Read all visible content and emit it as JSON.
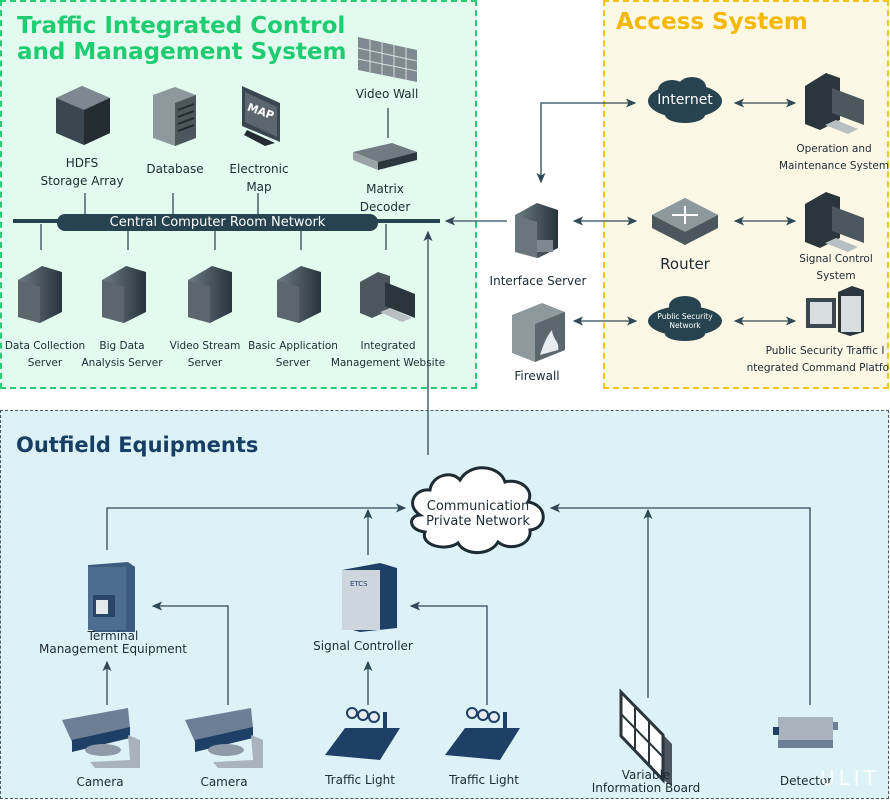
{
  "sections": {
    "control": {
      "title_line1": "Traffic Integrated Control",
      "title_line2": "and Management System",
      "color": "#1fcc72"
    },
    "access": {
      "title": "Access System",
      "color": "#f5b800"
    },
    "outfield": {
      "title": "Outfield Equipments",
      "color": "#173f63"
    }
  },
  "network_bar": {
    "label": "Central Computer Room Network",
    "color": "#27434f"
  },
  "control_nodes": {
    "hdfs": [
      "HDFS",
      "Storage Array"
    ],
    "database": [
      "Database"
    ],
    "emap": [
      "Electronic",
      "Map"
    ],
    "emap_screen": "MAP",
    "videowall": [
      "Video Wall"
    ],
    "decoder": [
      "Matrix",
      "Decoder"
    ],
    "servers": [
      [
        "Data Collection",
        "Server"
      ],
      [
        "Big Data",
        "Analysis Server"
      ],
      [
        "Video Stream",
        "Server"
      ],
      [
        "Basic Application",
        "Server"
      ],
      [
        "Integrated",
        "Management Website"
      ]
    ]
  },
  "access_nodes": {
    "interface_server": "Interface Server",
    "firewall": "Firewall",
    "internet": "Internet",
    "router": "Router",
    "psn": [
      "Public Security",
      "Network"
    ],
    "oms": [
      "Operation and",
      "Maintenance System"
    ],
    "scs": [
      "Signal Control",
      "System"
    ],
    "pstp": [
      "Public Security Traffic I",
      "ntegrated Command Platform"
    ]
  },
  "outfield_nodes": {
    "cloud": [
      "Communication",
      "Private Network"
    ],
    "terminal": [
      "Terminal",
      "Management Equipment"
    ],
    "signal_controller": "Signal Controller",
    "etcs_badge": "ETCS",
    "cameras": [
      "Camera",
      "Camera"
    ],
    "traffic_lights": [
      "Traffic Light",
      "Traffic Light"
    ],
    "vib": [
      "Variable",
      "Information Board"
    ],
    "detector": "Detector"
  },
  "watermark": "ULIT",
  "colors": {
    "line": "#2f4a56",
    "icon_dark": "#27343b",
    "cloud": "#27434f"
  }
}
